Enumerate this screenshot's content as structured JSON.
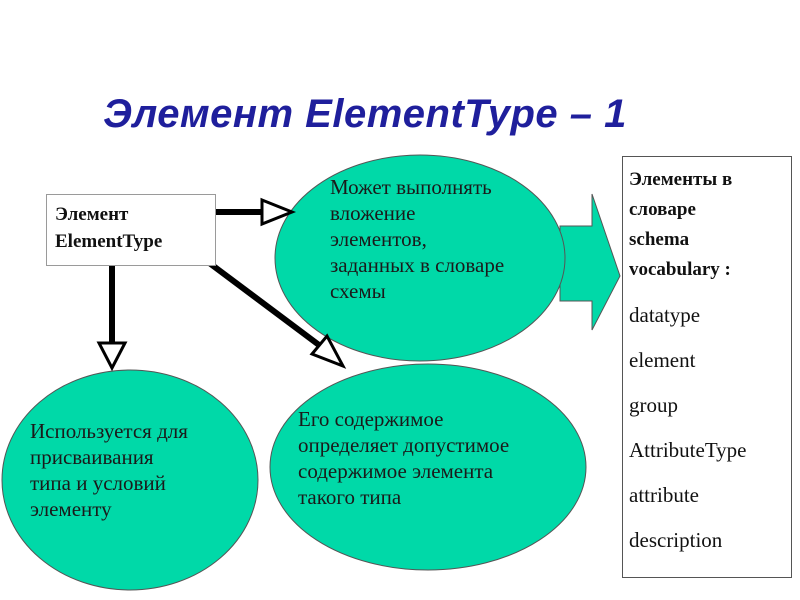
{
  "title": "Элемент ElementType – 1",
  "source_box": {
    "line1": "Элемент",
    "line2": "ElementType"
  },
  "ellipse_nesting": {
    "lines": [
      "Может выполнять",
      "вложение",
      "элементов,",
      "заданных в словаре",
      "схемы"
    ]
  },
  "ellipse_assign": {
    "lines": [
      "Используется для",
      "присваивания",
      "типа и условий",
      "элементу"
    ]
  },
  "ellipse_content": {
    "lines": [
      "Его содержимое",
      "определяет допустимое",
      "содержимое элемента",
      "такого типа"
    ]
  },
  "vocab_box": {
    "heading_lines": [
      "Элементы в",
      "словаре",
      "schema",
      "vocabulary :"
    ],
    "items": [
      "datatype",
      "element",
      "group",
      "AttributeType",
      "attribute",
      "description"
    ]
  },
  "colors": {
    "title": "#1f1f9c",
    "ellipse_fill": "#00d9a8",
    "arrow": "#000000"
  }
}
